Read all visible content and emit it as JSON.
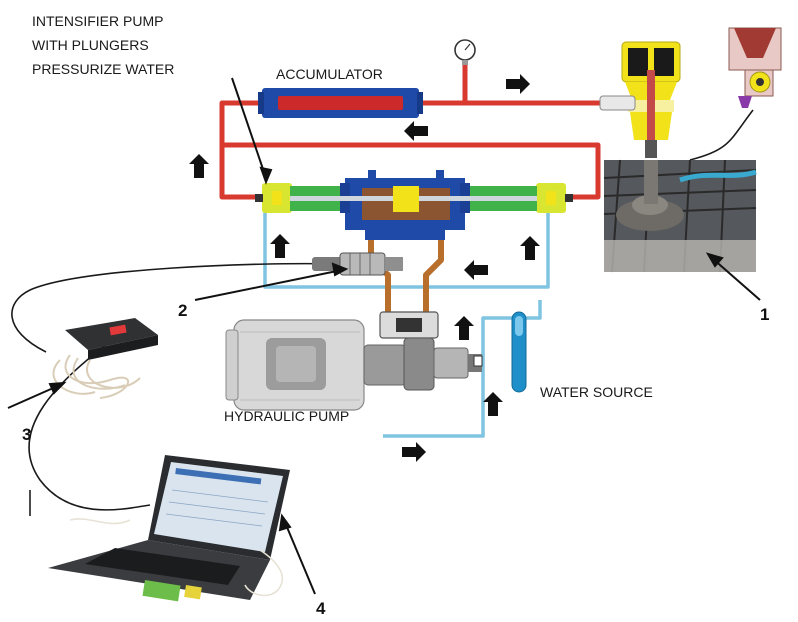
{
  "labels": {
    "intensifier": [
      "INTENSIFIER PUMP",
      "WITH PLUNGERS",
      "PRESSURIZE WATER"
    ],
    "accumulator": "ACCUMULATOR",
    "hydraulic_pump": "HYDRAULIC PUMP",
    "water_source": "WATER SOURCE"
  },
  "callouts": [
    "1",
    "2",
    "3",
    "4"
  ],
  "colors": {
    "high_pressure_line": "#d83a30",
    "low_pressure_line": "#7fc4e0",
    "hydraulic_line": "#b86f2c",
    "intensifier_body": "#1f4aa8",
    "plunger_green": "#3fb34a",
    "accumulator_core": "#cc2a2a",
    "yellow_parts": "#f2e21a"
  }
}
